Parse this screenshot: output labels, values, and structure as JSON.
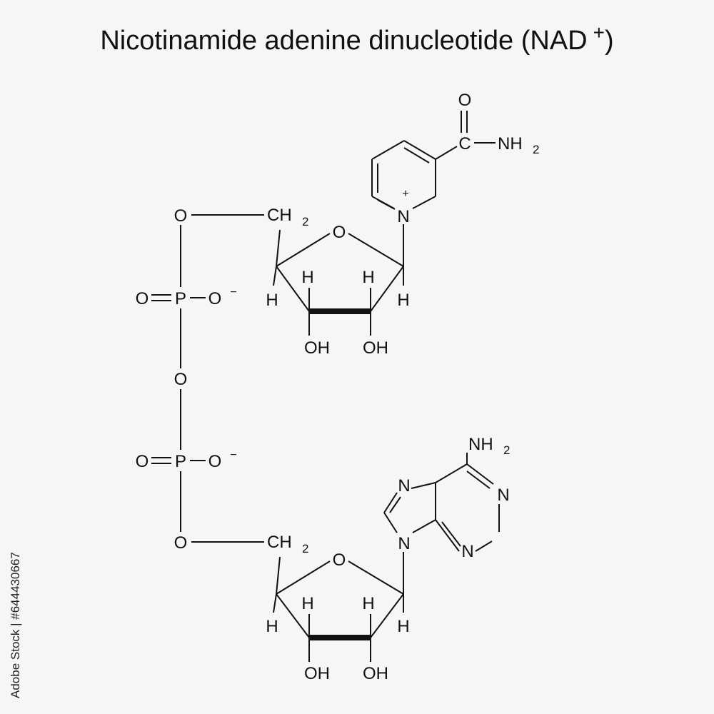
{
  "title": {
    "text": "Nicotinamide adenine dinucleotide (NAD",
    "charge": "+",
    "close": ")"
  },
  "atoms": {
    "O": "O",
    "N": "N",
    "C": "C",
    "P": "P",
    "H": "H",
    "OH": "OH",
    "CH": "CH",
    "NH": "NH",
    "sub2": "2",
    "minus": "−",
    "plus": "+"
  },
  "stock_id": "Adobe Stock | #644430667",
  "colors": {
    "background": "#f6f6f6",
    "ink": "#111111"
  }
}
